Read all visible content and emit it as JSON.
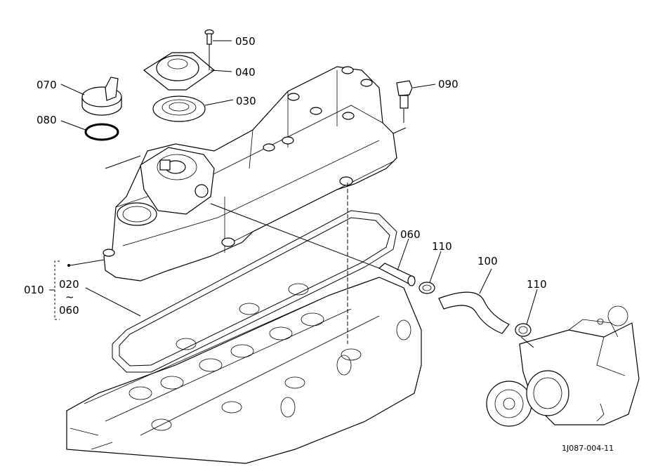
{
  "figure_id": "1J087-004-11",
  "callouts": {
    "p010": "010",
    "p020": "020",
    "tilde": "~",
    "p060_range": "060",
    "p030": "030",
    "p040": "040",
    "p050": "050",
    "p060": "060",
    "p070": "070",
    "p080": "080",
    "p090": "090",
    "p100": "100",
    "p110_a": "110",
    "p110_b": "110"
  },
  "colors": {
    "line": "#000000",
    "background": "#ffffff"
  }
}
